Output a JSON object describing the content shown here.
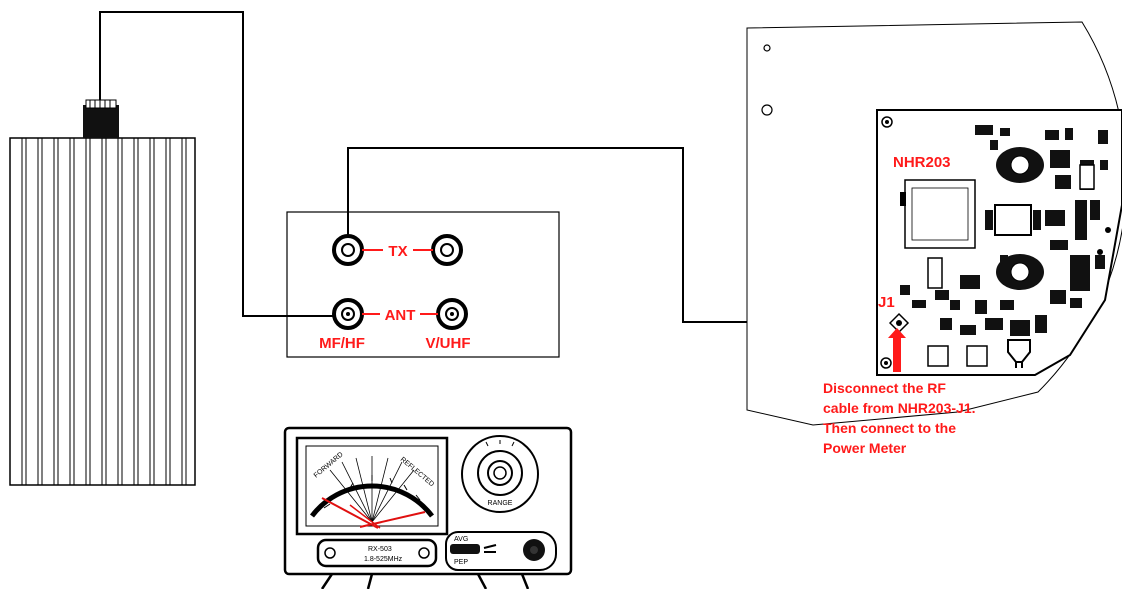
{
  "colors": {
    "annotation": "#ff1a1a",
    "line": "#000000"
  },
  "switch_box": {
    "tx_label": "TX",
    "ant_label": "ANT",
    "mf_hf_label": "MF/HF",
    "v_uhf_label": "V/UHF"
  },
  "board": {
    "name_label": "NHR203",
    "connector_label": "J1"
  },
  "instruction": {
    "lines": [
      "Disconnect the RF",
      "cable from NHR203-J1.",
      "Then connect to the",
      "Power Meter"
    ]
  },
  "power_meter": {
    "model_label": "RX-503",
    "range_label": "1.8-525MHz",
    "range_knob_label": "RANGE",
    "avg_label": "AVG",
    "pep_label": "PEP",
    "scale_left_label": "FORWARD",
    "scale_right_label": "REFLECTED"
  },
  "icons": [
    "dummy-load-icon",
    "bnc-connector-icon",
    "arrow-up-icon",
    "power-meter-icon"
  ]
}
